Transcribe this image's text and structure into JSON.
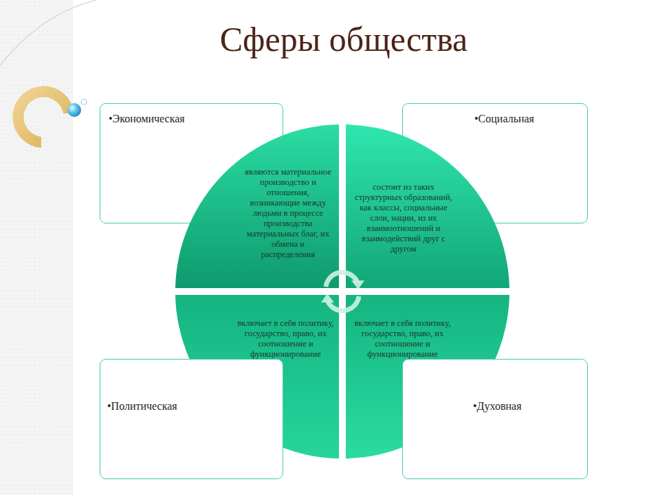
{
  "diagram": {
    "title": "Сферы общества",
    "nodes": [
      {
        "text": [
          "•Экономическая"
        ]
      },
      {
        "text": [
          "•Социальная"
        ]
      },
      {
        "text": [
          "являются материальное производство и отношения, возникающие между людьми в процессе производства материальных благ, их обмена и распределения"
        ]
      },
      {
        "text": [
          "состоит из таких структурных образований, как классы, социальные слои, нации, из их взаимоотношений и взаимодействий друг с другом"
        ]
      },
      {
        "text": [
          "включает в себя политику, государство, право, их соотношение и функционирование"
        ]
      },
      {
        "text": [
          "включает в себя политику, государство, право, их соотношение и функционирование"
        ]
      },
      {
        "text": [
          "•Политическая"
        ]
      },
      {
        "text": [
          "•Духовная"
        ]
      }
    ]
  }
}
